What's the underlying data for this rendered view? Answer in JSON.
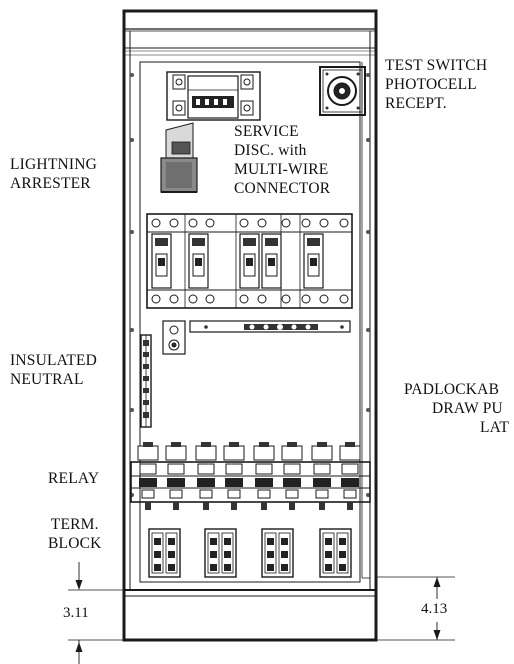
{
  "labels": {
    "test_switch": {
      "line1": "TEST SWITCH",
      "line2": "PHOTOCELL",
      "line3": "RECEPT."
    },
    "service_disc": {
      "line1": "SERVICE",
      "line2": "DISC. with",
      "line3": "MULTI-WIRE",
      "line4": "CONNECTOR"
    },
    "lightning_arrester": {
      "line1": "LIGHTNING",
      "line2": "ARRESTER"
    },
    "insulated_neutral": {
      "line1": "INSULATED",
      "line2": "NEUTRAL"
    },
    "padlockable": {
      "line1": "PADLOCKAB",
      "line2": "DRAW PU",
      "line3": "LAT"
    },
    "relay": "RELAY",
    "term_block": {
      "line1": "TERM.",
      "line2": "BLOCK"
    }
  },
  "dimensions": {
    "left": "3.11",
    "right": "4.13"
  },
  "colors": {
    "line": "#1a1a1a",
    "panel": "#ffffff",
    "shade": "#bdbdbd",
    "dark": "#2b2b2b"
  }
}
